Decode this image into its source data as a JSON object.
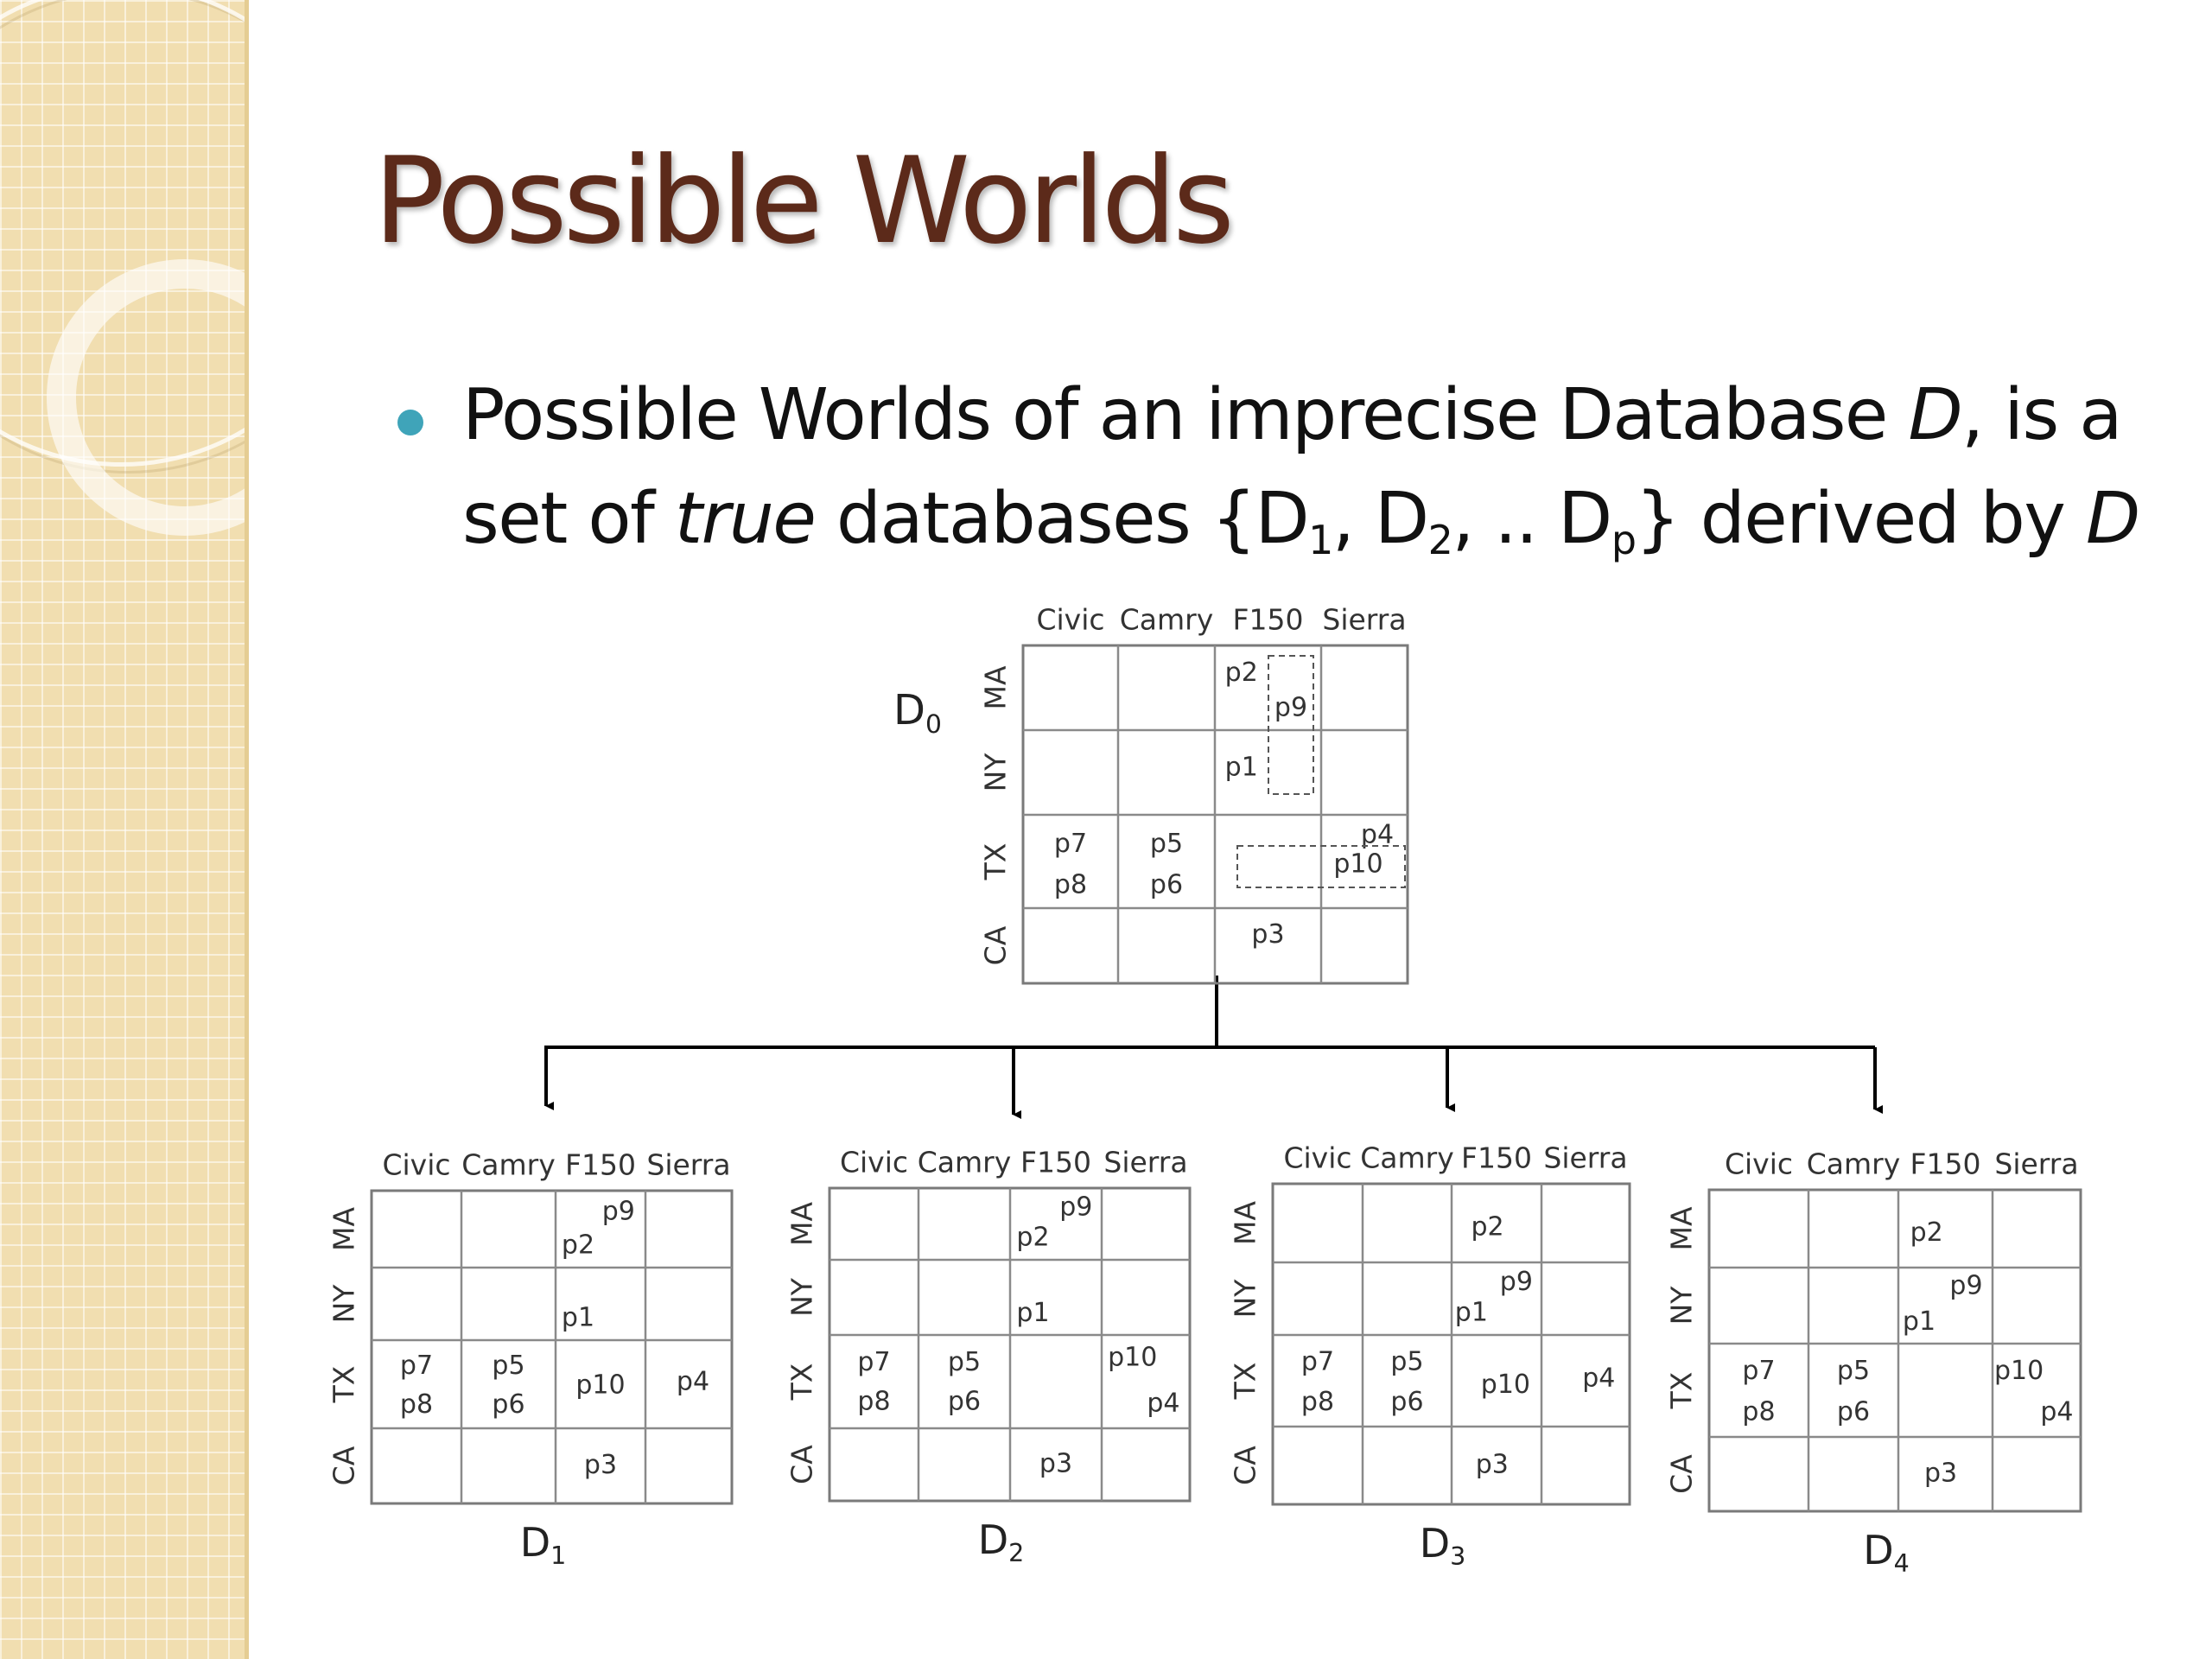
{
  "slide": {
    "title": "Possible Worlds",
    "bullet": {
      "pre": "Possible Worlds of an imprecise Database ",
      "D": "D",
      "mid": ", is a",
      "line2_pre": "set of ",
      "true_word": "true",
      "line2_mid": " databases {D",
      "s1": "1",
      "c1": ", D",
      "s2": "2",
      "c2": ", .. D",
      "sp": "p",
      "line2_end": "} derived by ",
      "D2": "D"
    }
  },
  "diagram": {
    "columns": [
      "Civic",
      "Camry",
      "F150",
      "Sierra"
    ],
    "rows": [
      "MA",
      "NY",
      "TX",
      "CA"
    ],
    "source_label": {
      "base": "D",
      "sub": "0"
    },
    "worlds": [
      {
        "base": "D",
        "sub": "1"
      },
      {
        "base": "D",
        "sub": "2"
      },
      {
        "base": "D",
        "sub": "3"
      },
      {
        "base": "D",
        "sub": "4"
      }
    ],
    "points": {
      "p1": "p1",
      "p2": "p2",
      "p3": "p3",
      "p4": "p4",
      "p5": "p5",
      "p6": "p6",
      "p7": "p7",
      "p8": "p8",
      "p9": "p9",
      "p10": "p10"
    }
  }
}
